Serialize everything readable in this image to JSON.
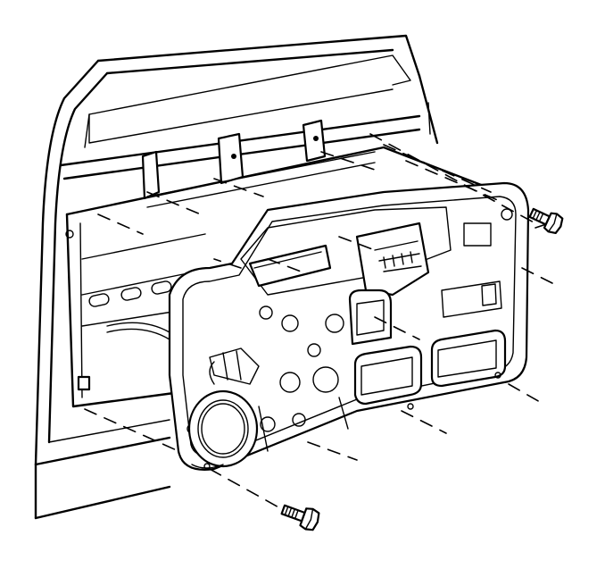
{
  "diagram": {
    "subject": "door-trim-panel-installation",
    "parts": [
      {
        "name": "door-frame"
      },
      {
        "name": "window-glass-opening"
      },
      {
        "name": "inner-door-panel"
      },
      {
        "name": "door-trim-panel"
      },
      {
        "name": "upper-bolt"
      },
      {
        "name": "lower-bolt"
      },
      {
        "name": "speaker-opening"
      },
      {
        "name": "door-handle-bezel"
      },
      {
        "name": "storage-pocket-left"
      },
      {
        "name": "storage-pocket-right"
      }
    ],
    "colors": {
      "line": "#000000",
      "background": "#ffffff"
    }
  }
}
